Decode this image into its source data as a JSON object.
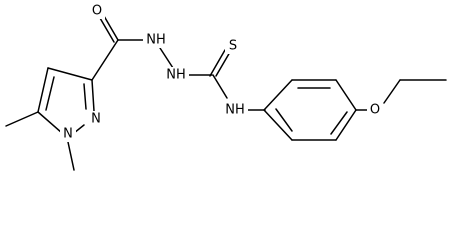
{
  "labels": {
    "carbonyl_o": "O",
    "hydrazine_nh1": "NH",
    "hydrazine_nh2": "NH",
    "thione_s": "S",
    "amide_nh": "NH",
    "pyrazole_n_double": "N",
    "pyrazole_n_methyl": "N",
    "ether_o": "O"
  },
  "colors": {
    "bond": "#000000",
    "text": "#000000",
    "background": "#ffffff"
  }
}
